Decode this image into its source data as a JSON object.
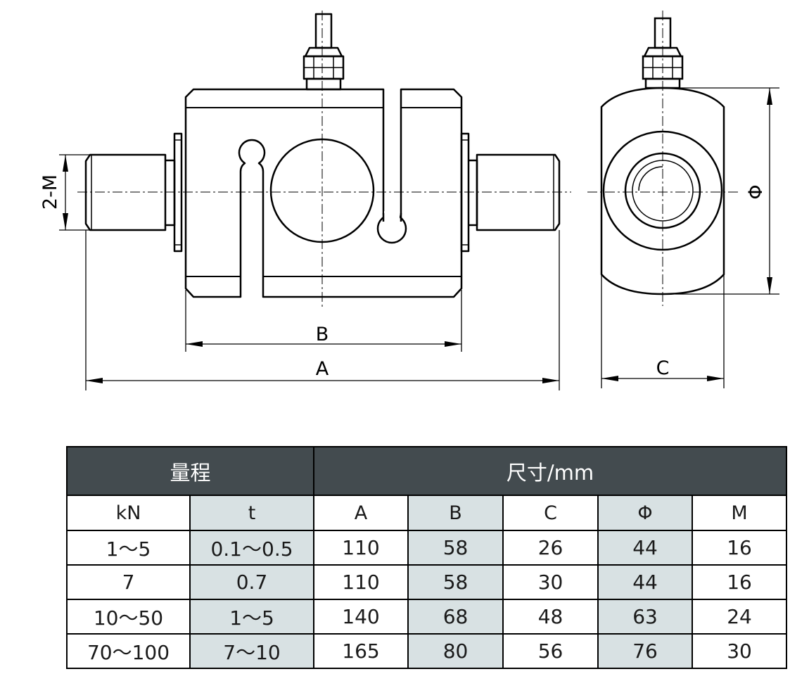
{
  "drawing": {
    "labels": {
      "two_m": "2-M",
      "b": "B",
      "a": "A",
      "c": "C",
      "phi": "Φ"
    }
  },
  "table": {
    "group_headers": [
      "量程",
      "尺寸/mm"
    ],
    "sub_headers": [
      "kN",
      "t",
      "A",
      "B",
      "C",
      "Φ",
      "M"
    ],
    "rows": [
      [
        "1～5",
        "0.1～0.5",
        "110",
        "58",
        "26",
        "44",
        "16"
      ],
      [
        "7",
        "0.7",
        "110",
        "58",
        "30",
        "44",
        "16"
      ],
      [
        "10～50",
        "1～5",
        "140",
        "68",
        "48",
        "63",
        "24"
      ],
      [
        "70～100",
        "7～10",
        "165",
        "80",
        "56",
        "76",
        "30"
      ]
    ]
  },
  "colors": {
    "header_bg": "#434b4f",
    "shade_bg": "#d8e1e3",
    "line": "#000000"
  }
}
